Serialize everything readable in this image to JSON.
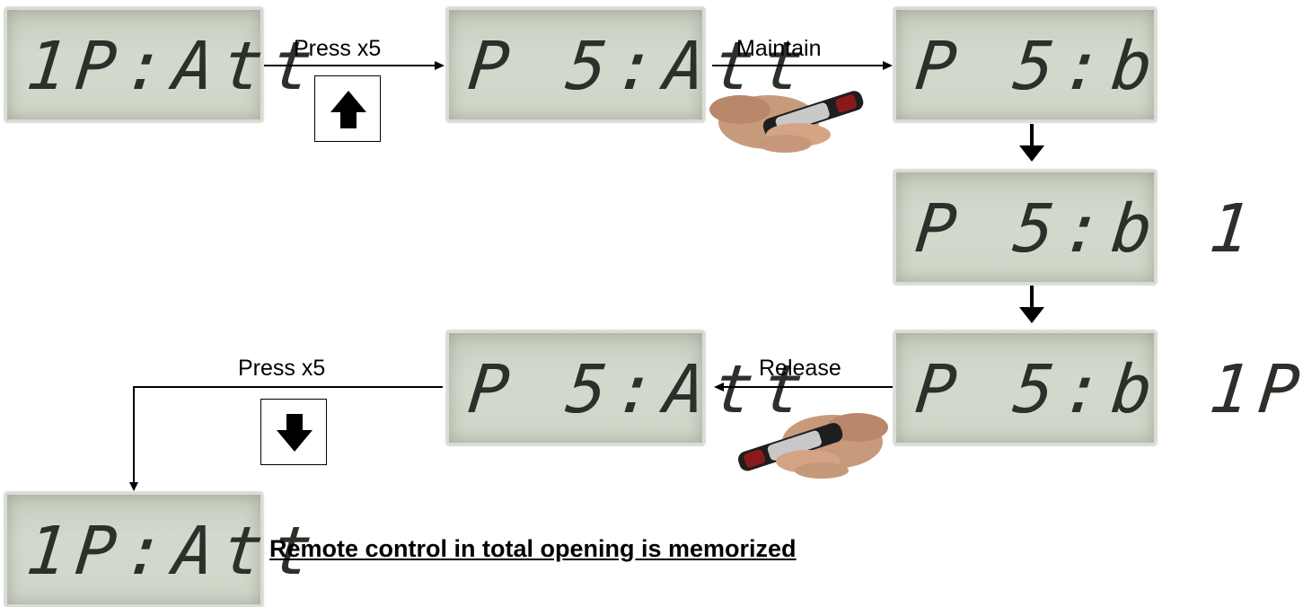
{
  "displays": [
    {
      "id": "lcd-1",
      "text": "1P:Att"
    },
    {
      "id": "lcd-2",
      "text": "P 5:Att"
    },
    {
      "id": "lcd-3",
      "text": "P 5:b"
    },
    {
      "id": "lcd-4",
      "text": "P 5:b 1"
    },
    {
      "id": "lcd-5",
      "text": "P 5:b 1P"
    },
    {
      "id": "lcd-6",
      "text": "P 5:Att"
    },
    {
      "id": "lcd-7",
      "text": "1P:Att"
    }
  ],
  "steps": {
    "press_up": "Press x5",
    "maintain": "Maintain",
    "release": "Release",
    "press_down": "Press x5"
  },
  "icons": {
    "up_key": "up-arrow-icon",
    "down_key": "down-arrow-icon",
    "remote": "remote-control-in-hand"
  },
  "result": "Remote control in total opening is memorized"
}
